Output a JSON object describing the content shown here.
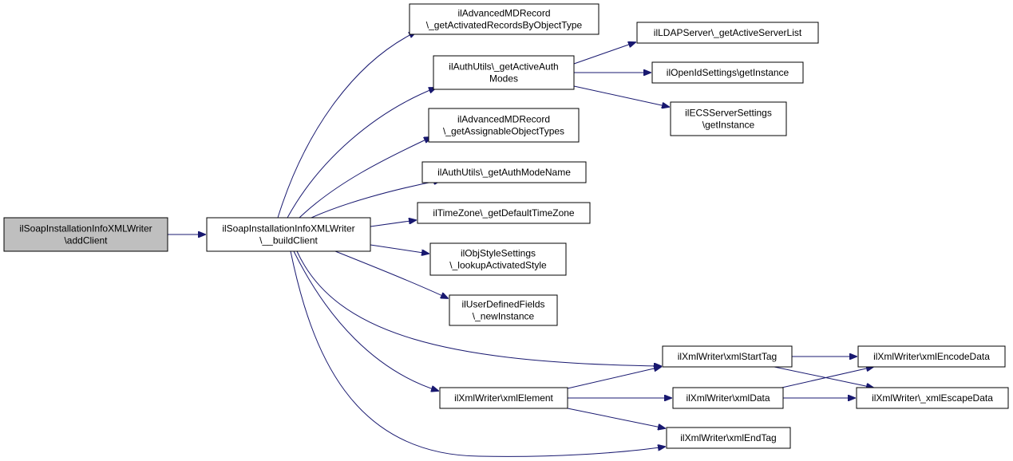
{
  "diagram": {
    "type": "call-graph",
    "colors": {
      "edge": "#191970",
      "root_fill": "#bfbfbf",
      "node_fill": "#ffffff",
      "node_border": "#000000"
    },
    "nodes": {
      "addClient": {
        "lines": [
          "ilSoapInstallationInfoXMLWriter",
          "\\addClient"
        ]
      },
      "buildClient": {
        "lines": [
          "ilSoapInstallationInfoXMLWriter",
          "\\__buildClient"
        ]
      },
      "getActivatedRecords": {
        "lines": [
          "ilAdvancedMDRecord",
          "\\_getActivatedRecordsByObjectType"
        ]
      },
      "getActiveAuthModes": {
        "lines": [
          "ilAuthUtils\\_getActiveAuth",
          "Modes"
        ]
      },
      "getAssignableObjectTypes": {
        "lines": [
          "ilAdvancedMDRecord",
          "\\_getAssignableObjectTypes"
        ]
      },
      "getAuthModeName": {
        "lines": [
          "ilAuthUtils\\_getAuthModeName"
        ]
      },
      "getDefaultTimeZone": {
        "lines": [
          "ilTimeZone\\_getDefaultTimeZone"
        ]
      },
      "lookupActivatedStyle": {
        "lines": [
          "ilObjStyleSettings",
          "\\_lookupActivatedStyle"
        ]
      },
      "newInstance": {
        "lines": [
          "ilUserDefinedFields",
          "\\_newInstance"
        ]
      },
      "xmlStartTag": {
        "lines": [
          "ilXmlWriter\\xmlStartTag"
        ]
      },
      "xmlElement": {
        "lines": [
          "ilXmlWriter\\xmlElement"
        ]
      },
      "xmlEndTag": {
        "lines": [
          "ilXmlWriter\\xmlEndTag"
        ]
      },
      "getActiveServerList": {
        "lines": [
          "ilLDAPServer\\_getActiveServerList"
        ]
      },
      "openIdGetInstance": {
        "lines": [
          "ilOpenIdSettings\\getInstance"
        ]
      },
      "ecsGetInstance": {
        "lines": [
          "ilECSServerSettings",
          "\\getInstance"
        ]
      },
      "xmlData": {
        "lines": [
          "ilXmlWriter\\xmlData"
        ]
      },
      "xmlEncodeData": {
        "lines": [
          "ilXmlWriter\\xmlEncodeData"
        ]
      },
      "escapeData": {
        "lines": [
          "ilXmlWriter\\_xmlEscapeData"
        ]
      }
    },
    "edges": [
      [
        "addClient",
        "buildClient"
      ],
      [
        "buildClient",
        "getActivatedRecords"
      ],
      [
        "buildClient",
        "getActiveAuthModes"
      ],
      [
        "buildClient",
        "getAssignableObjectTypes"
      ],
      [
        "buildClient",
        "getAuthModeName"
      ],
      [
        "buildClient",
        "getDefaultTimeZone"
      ],
      [
        "buildClient",
        "lookupActivatedStyle"
      ],
      [
        "buildClient",
        "newInstance"
      ],
      [
        "buildClient",
        "xmlStartTag"
      ],
      [
        "buildClient",
        "xmlElement"
      ],
      [
        "buildClient",
        "xmlEndTag"
      ],
      [
        "getActiveAuthModes",
        "getActiveServerList"
      ],
      [
        "getActiveAuthModes",
        "openIdGetInstance"
      ],
      [
        "getActiveAuthModes",
        "ecsGetInstance"
      ],
      [
        "xmlStartTag",
        "xmlEncodeData"
      ],
      [
        "xmlStartTag",
        "escapeData"
      ],
      [
        "xmlElement",
        "xmlStartTag"
      ],
      [
        "xmlElement",
        "xmlData"
      ],
      [
        "xmlElement",
        "xmlEndTag"
      ],
      [
        "xmlData",
        "xmlEncodeData"
      ],
      [
        "xmlData",
        "escapeData"
      ]
    ]
  }
}
